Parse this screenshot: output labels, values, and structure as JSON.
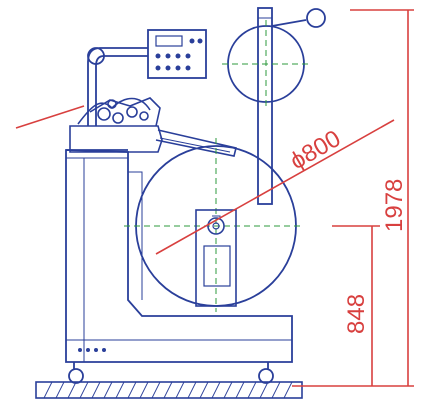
{
  "dimensions": {
    "diameter_label": "ϕ800",
    "total_height_label": "1978",
    "center_height_label": "848"
  },
  "colors": {
    "outline": "#2a3f9a",
    "dimension": "#d8403f",
    "centerline": "#2e9a3c",
    "ground": "#2a3f9a"
  }
}
